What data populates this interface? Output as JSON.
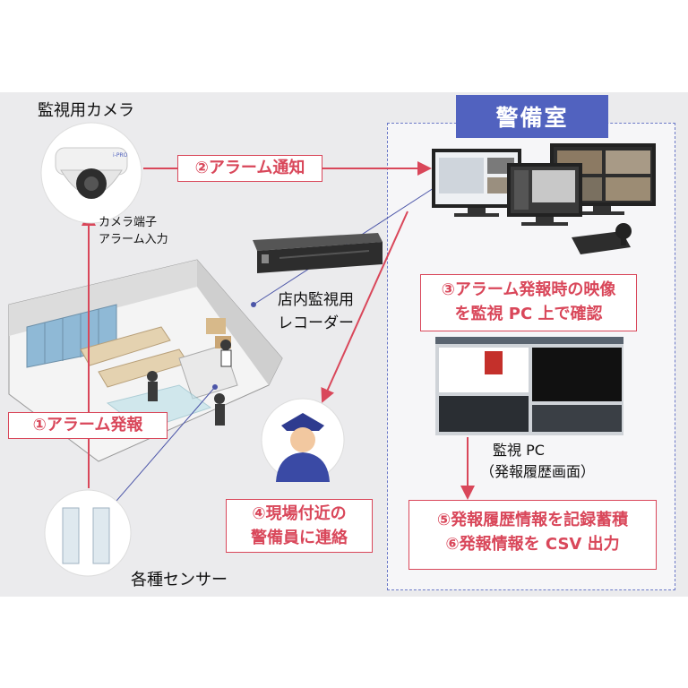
{
  "colors": {
    "accent_red": "#d9475a",
    "accent_blue": "#5162bf",
    "panel_bg": "#ebebed"
  },
  "labels": {
    "camera_title": "監視用カメラ",
    "camera_terminal_1": "カメラ端子",
    "camera_terminal_2": "アラーム入力",
    "recorder_1": "店内監視用",
    "recorder_2": "レコーダー",
    "sensors": "各種センサー",
    "pc_1": "監視 PC",
    "pc_2": "（発報履歴画面）",
    "camera_brand": "i-PRO"
  },
  "room_title": "警備室",
  "steps": {
    "s1": "①アラーム発報",
    "s2": "②アラーム通知",
    "s3_line1": "③アラーム発報時の映像",
    "s3_line2": "を監視 PC 上で確認",
    "s4_line1": "④現場付近の",
    "s4_line2": "警備員に連絡",
    "s5": "⑤発報履歴情報を記録蓄積",
    "s6": "⑥発報情報を CSV 出力"
  },
  "icons": [
    "dome-camera-icon",
    "recorder-icon",
    "monitor-icon",
    "joystick-controller-icon",
    "security-guard-icon",
    "sensor-gate-icon",
    "store-illustration"
  ]
}
